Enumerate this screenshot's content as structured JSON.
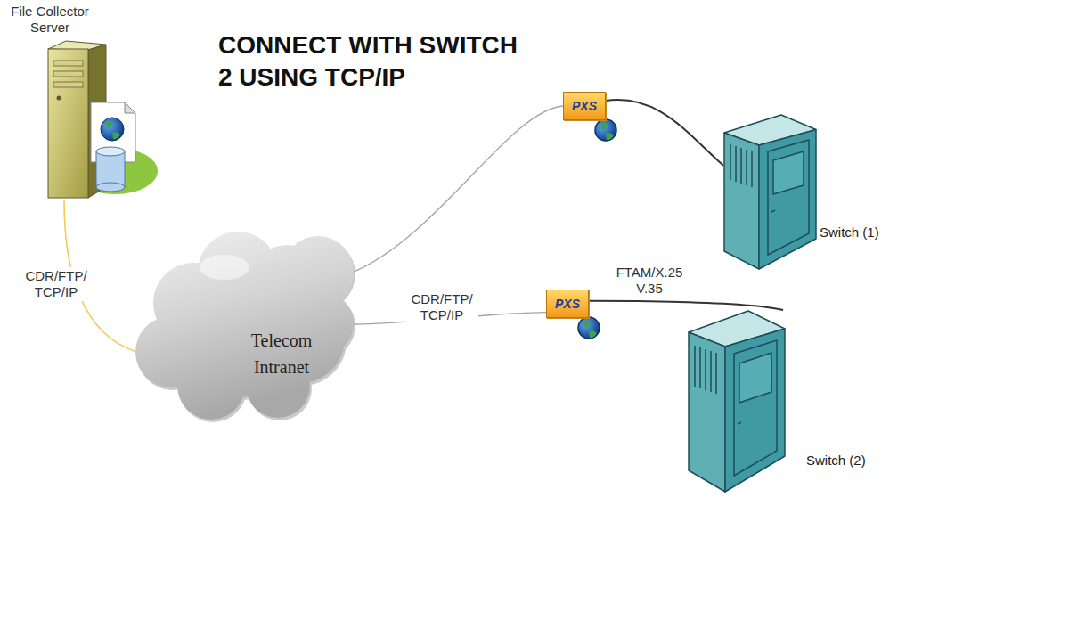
{
  "diagram": {
    "title": "CONNECT WITH SWITCH 2 USING TCP/IP",
    "nodes": [
      {
        "text": [
          "File Collector Server"
        ]
      },
      {
        "text": [
          "Telecom Intranet"
        ]
      },
      {
        "text": [
          "PXS"
        ]
      },
      {
        "text": [
          "PXS"
        ]
      },
      {
        "text": [
          "Switch (1)"
        ]
      },
      {
        "text": [
          "Switch (2)"
        ]
      }
    ],
    "edges": [
      {
        "from": 0,
        "to": 1,
        "label": "CDR/FTP/ TCP/IP",
        "arrow": "none"
      },
      {
        "from": 1,
        "to": 2,
        "arrow": "none"
      },
      {
        "from": 1,
        "to": 3,
        "label": "CDR/FTP/ TCP/IP",
        "arrow": "none"
      },
      {
        "from": 2,
        "to": 4,
        "arrow": "none"
      },
      {
        "from": 3,
        "to": 5,
        "label": "FTAM/X.25 V.35",
        "arrow": "none"
      }
    ]
  }
}
